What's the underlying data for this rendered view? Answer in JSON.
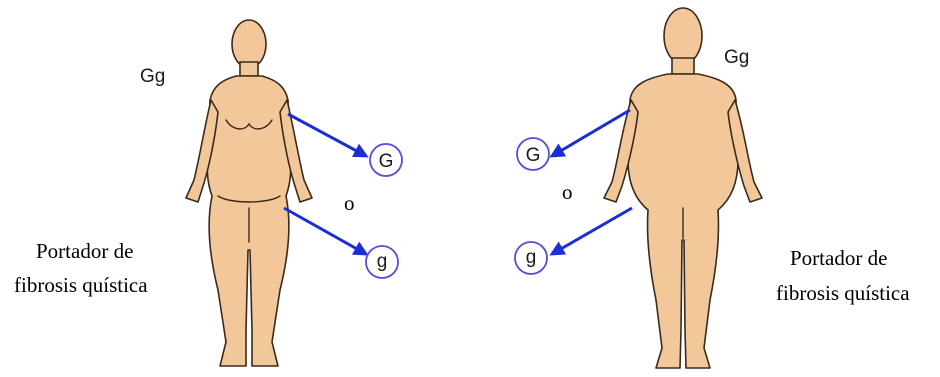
{
  "left": {
    "genotype": "Gg",
    "alleles": [
      "G",
      "g"
    ],
    "connector": "o",
    "caption": [
      "Portador de",
      "fibrosis quística"
    ]
  },
  "right": {
    "genotype": "Gg",
    "alleles": [
      "G",
      "g"
    ],
    "connector": "o",
    "caption": [
      "Portador de",
      "fibrosis quística"
    ]
  },
  "colors": {
    "skin": "#f2c89a",
    "outline": "#3a2a1a",
    "arrow": "#1a2ed6",
    "allele_circle": "#5a4be0"
  }
}
